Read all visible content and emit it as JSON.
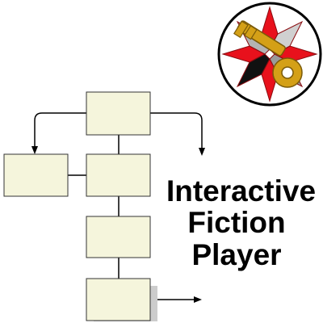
{
  "title": {
    "lines": [
      "Interactive",
      "Fiction",
      "Player"
    ]
  },
  "colors": {
    "box_fill": "#f5f5dc",
    "box_stroke": "#333333",
    "connector": "#000000",
    "emblem_border": "#000000",
    "emblem_star_red": "#e8111c",
    "emblem_star_grey": "#b3b3b3",
    "emblem_star_black": "#111111",
    "key_gold": "#d4a017"
  },
  "icons": {
    "emblem": "star-key-emblem-icon",
    "flowchart": "flowchart-diagram"
  }
}
